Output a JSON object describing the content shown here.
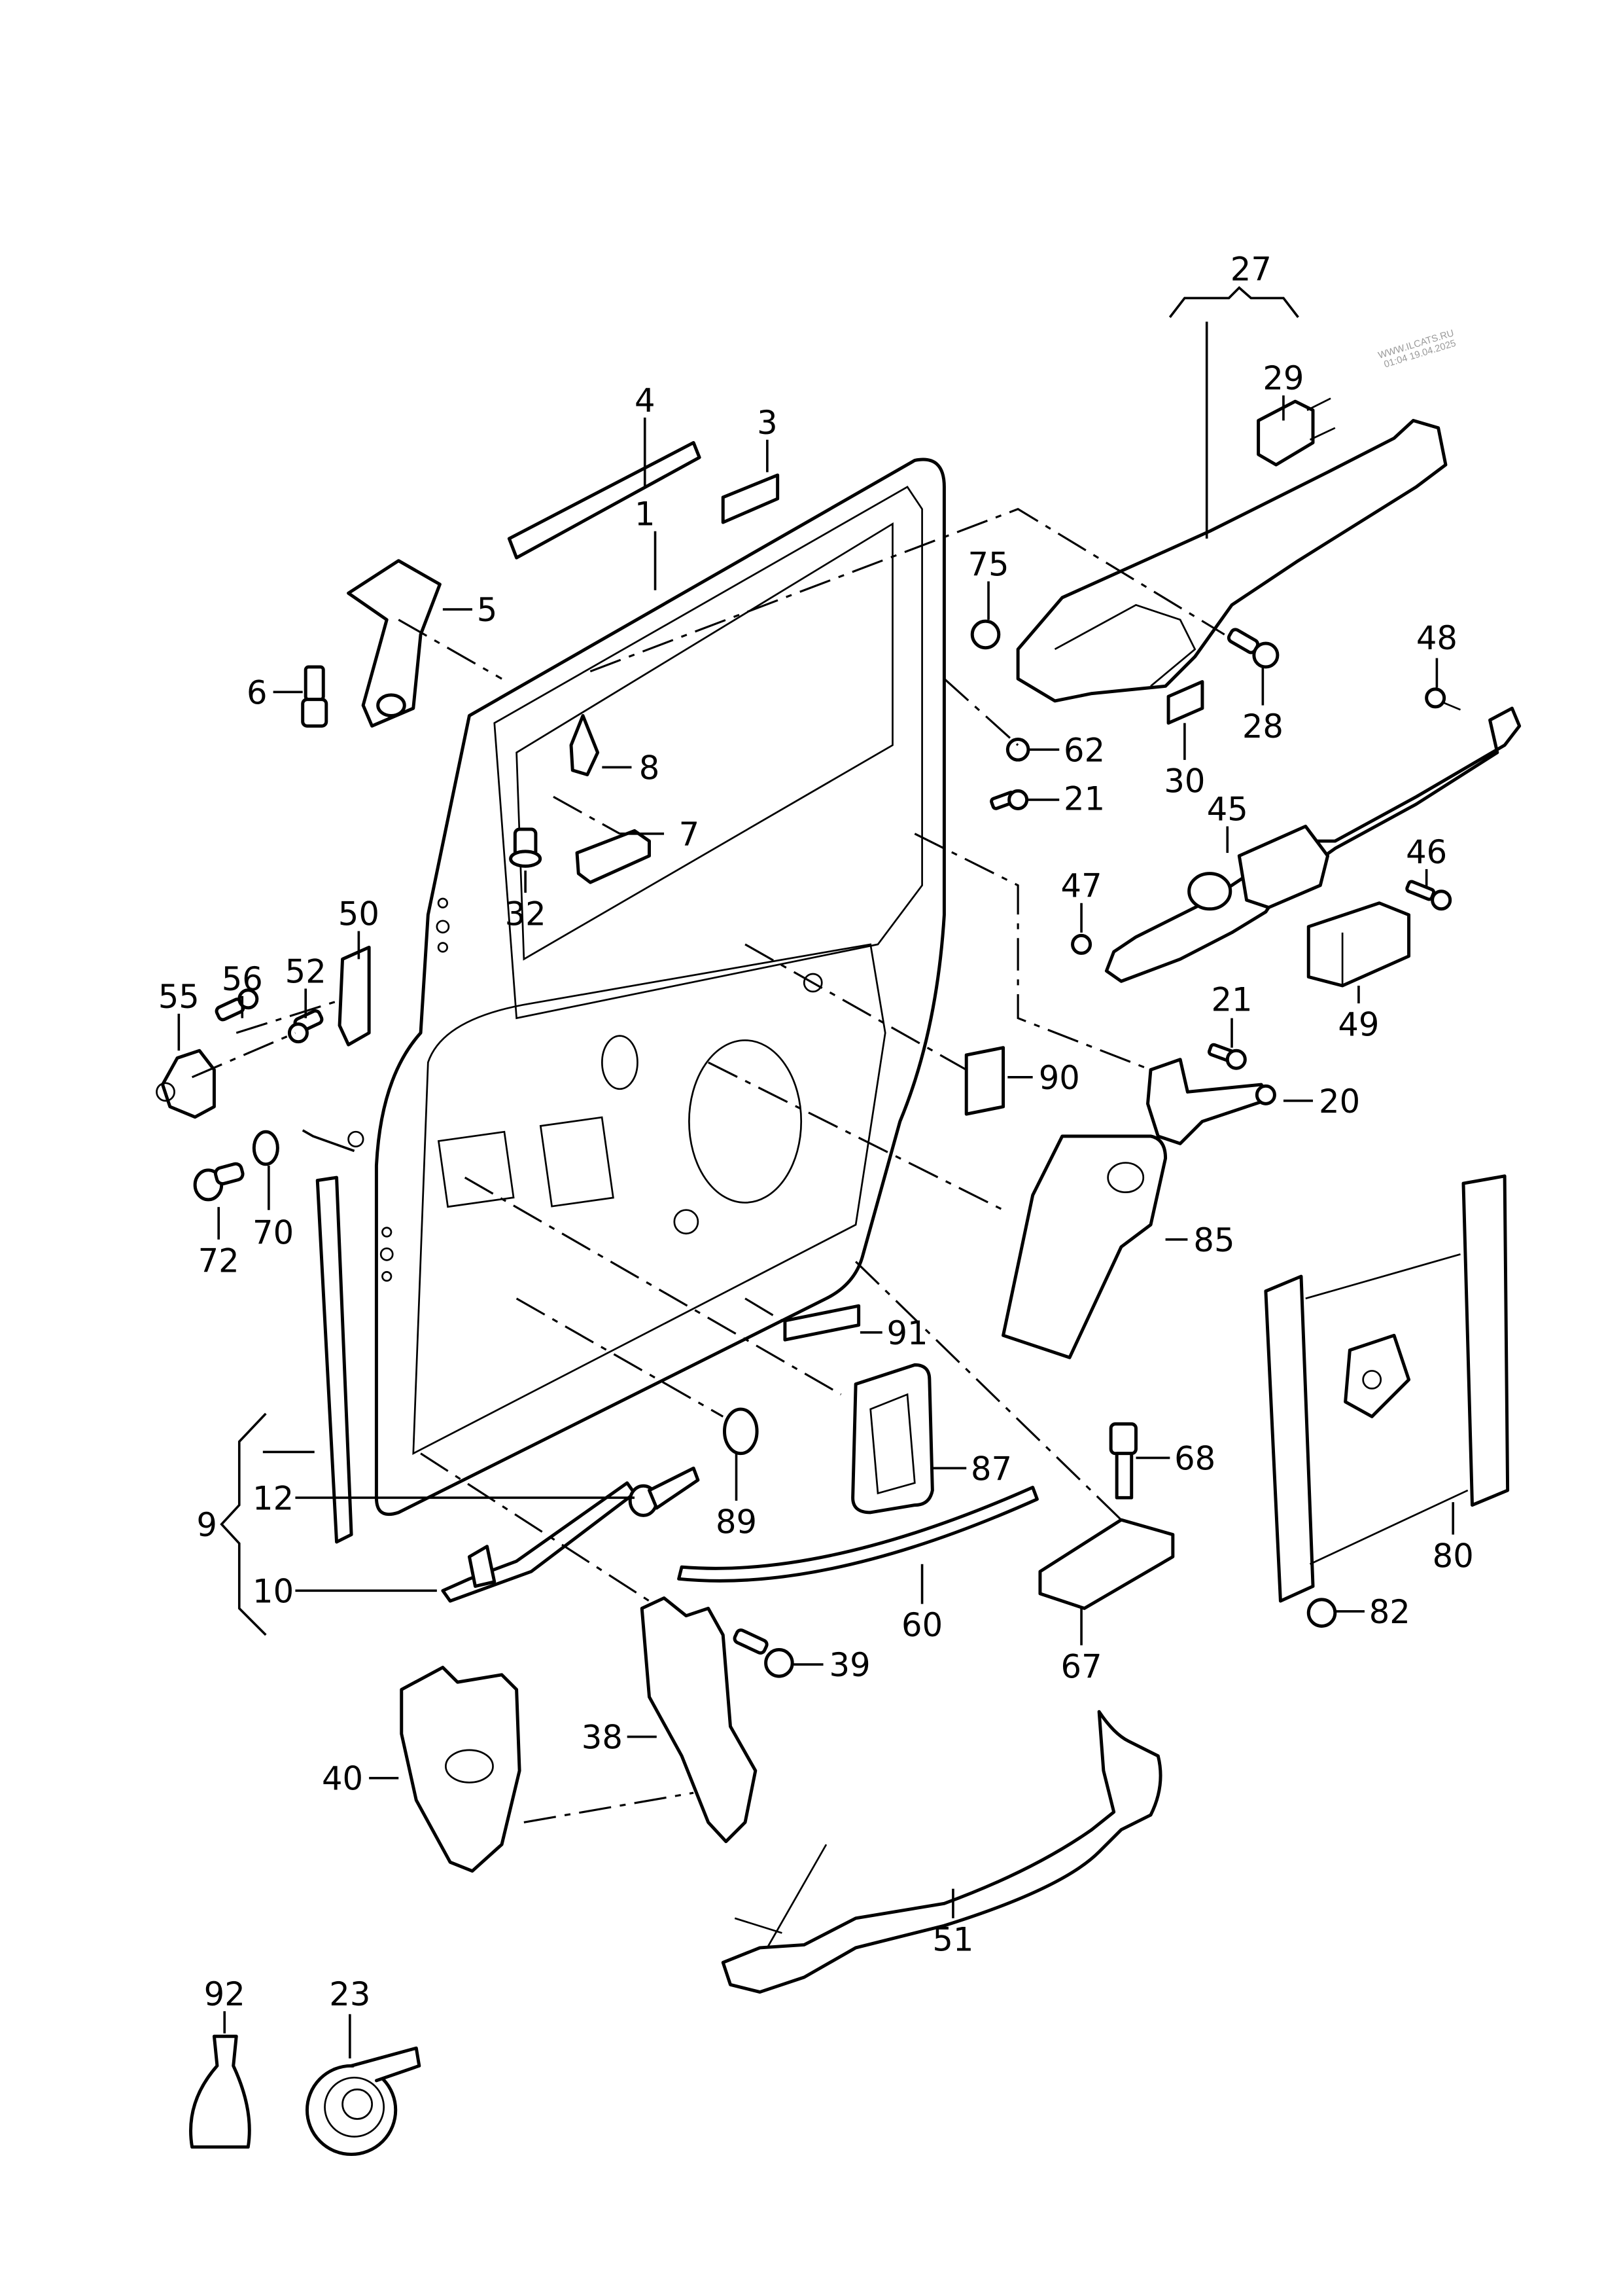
{
  "watermark": {
    "line1": "WWW.ILCATS.RU",
    "line2": "01:04 19.04.2025"
  },
  "callouts": {
    "c1": "1",
    "c3": "3",
    "c4": "4",
    "c5": "5",
    "c6": "6",
    "c7": "7",
    "c8": "8",
    "c9": "9",
    "c10": "10",
    "c12": "12",
    "c20": "20",
    "c21a": "21",
    "c21b": "21",
    "c23": "23",
    "c27": "27",
    "c28": "28",
    "c29": "29",
    "c30": "30",
    "c32": "32",
    "c38": "38",
    "c39": "39",
    "c40": "40",
    "c45": "45",
    "c46": "46",
    "c47": "47",
    "c48": "48",
    "c49": "49",
    "c50": "50",
    "c51": "51",
    "c52": "52",
    "c55": "55",
    "c56": "56",
    "c60": "60",
    "c62": "62",
    "c67": "67",
    "c68": "68",
    "c70": "70",
    "c72": "72",
    "c75": "75",
    "c80": "80",
    "c82": "82",
    "c85": "85",
    "c87": "87",
    "c89": "89",
    "c90": "90",
    "c91": "91",
    "c92": "92"
  }
}
